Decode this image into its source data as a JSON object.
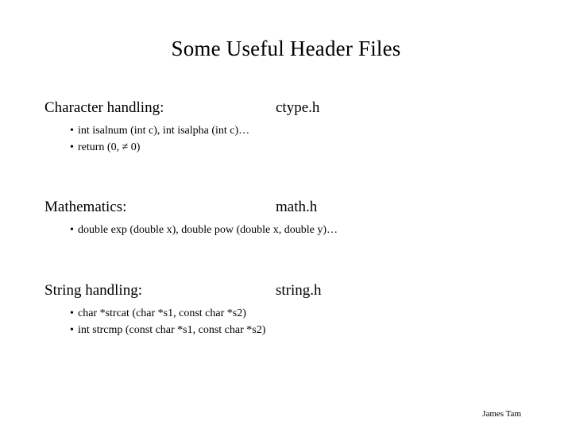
{
  "slide": {
    "title": "Some Useful Header Files",
    "background_color": "#ffffff",
    "text_color": "#000000",
    "sections": [
      {
        "label": "Character handling:",
        "header_file": "ctype.h",
        "bullet_glyph": "•",
        "bullets": [
          "int isalnum (int c), int isalpha (int c)…",
          "return (0, ≠ 0)"
        ]
      },
      {
        "label": "Mathematics:",
        "header_file": "math.h",
        "bullet_glyph": "•",
        "bullets": [
          "double exp (double x), double pow (double x, double y)…"
        ]
      },
      {
        "label": "String handling:",
        "header_file": "string.h",
        "bullet_glyph": "•",
        "bullets": [
          "char *strcat (char *s1, const char *s2)",
          "int strcmp (const char *s1, const char *s2)"
        ]
      }
    ],
    "footer": "James Tam"
  }
}
